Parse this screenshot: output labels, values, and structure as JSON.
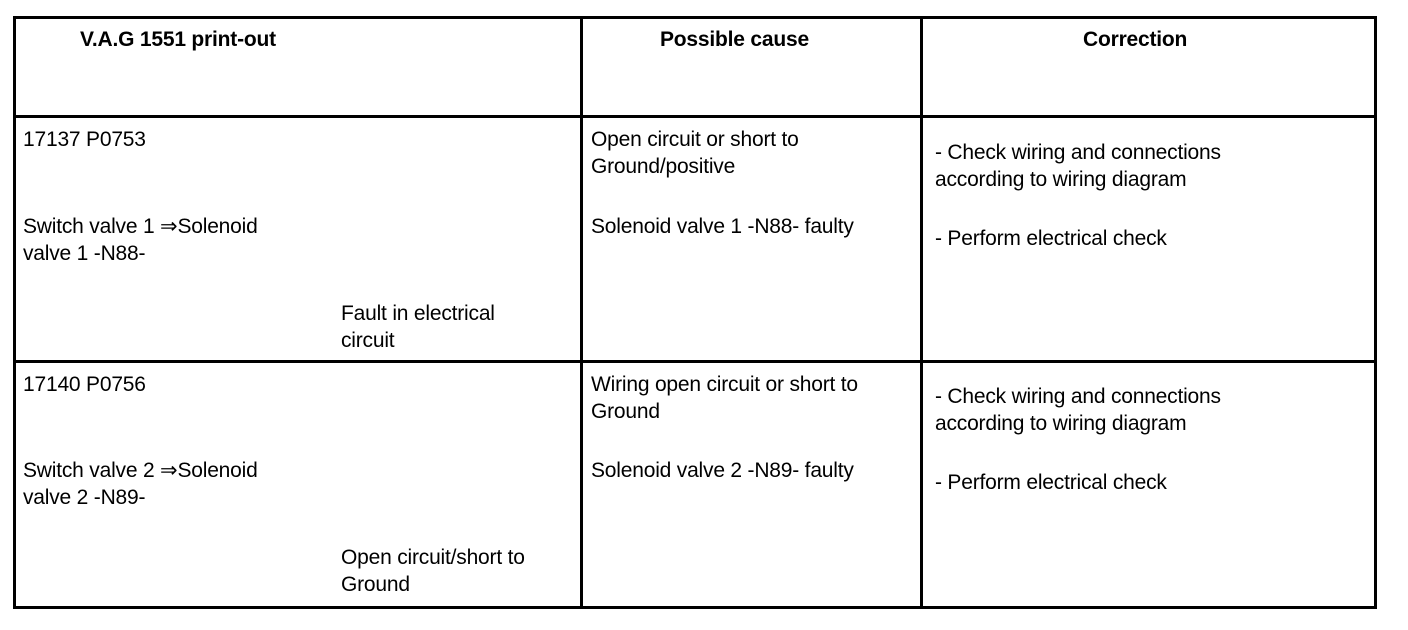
{
  "header": {
    "col1": "V.A.G 1551 print-out",
    "col2": "Possible cause",
    "col3": "Correction"
  },
  "rows": [
    {
      "code": "17137 P0753",
      "component_line1": "Switch valve 1 ⇒Solenoid",
      "component_line2": "valve 1 -N88-",
      "fault_line1": "Fault in electrical",
      "fault_line2": "circuit",
      "cause1_line1": "Open circuit or short to",
      "cause1_line2": "Ground/positive",
      "cause2_line1": "Solenoid valve 1 -N88- faulty",
      "correction1_line1": "- Check wiring and connections",
      "correction1_line2": "according to wiring diagram",
      "correction2_line1": "- Perform electrical check"
    },
    {
      "code": "17140 P0756",
      "component_line1": "Switch valve 2 ⇒Solenoid",
      "component_line2": "valve 2 -N89-",
      "fault_line1": "Open circuit/short to",
      "fault_line2": "Ground",
      "cause1_line1": "Wiring open circuit or short to",
      "cause1_line2": "Ground",
      "cause2_line1": "Solenoid valve 2 -N89- faulty",
      "correction1_line1": "- Check wiring and connections",
      "correction1_line2": "according to wiring diagram",
      "correction2_line1": "- Perform electrical check"
    }
  ]
}
